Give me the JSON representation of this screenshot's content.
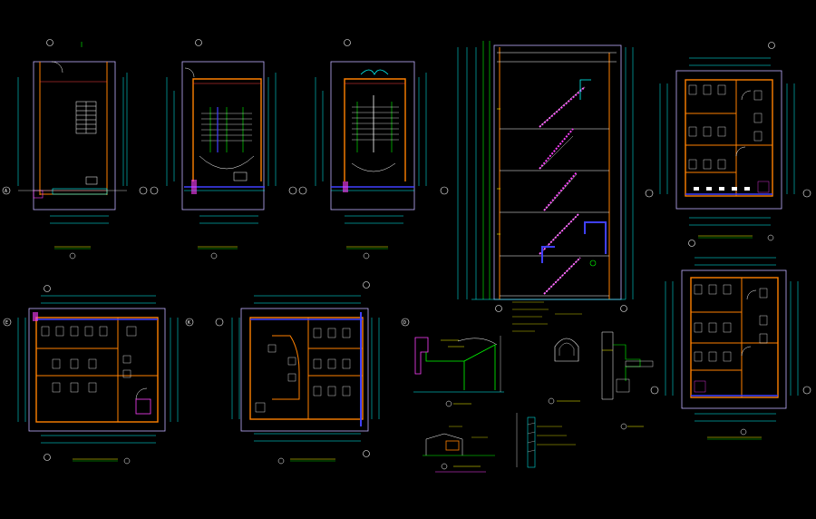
{
  "drawing": {
    "background": "#000000",
    "colors": {
      "wall": "#ff8000",
      "sheet_border": "#c0b0ff",
      "dim": "#00ffff",
      "grid": "#ff4040",
      "green": "#00ff00",
      "yellow": "#ffff00",
      "white": "#ffffff",
      "blue": "#4040ff",
      "magenta": "#ff40ff"
    },
    "panels": [
      {
        "id": "stair-plan-1",
        "icon": "stair-plan-icon"
      },
      {
        "id": "stair-plan-2",
        "icon": "stair-plan-icon"
      },
      {
        "id": "stair-plan-3",
        "icon": "stair-plan-icon"
      },
      {
        "id": "stair-section",
        "icon": "section-icon"
      },
      {
        "id": "toilet-plan-top-right",
        "icon": "toilet-plan-icon"
      },
      {
        "id": "toilet-plan-bottom-left",
        "icon": "toilet-plan-icon"
      },
      {
        "id": "toilet-plan-bottom-mid",
        "icon": "toilet-plan-icon"
      },
      {
        "id": "details-cluster",
        "icon": "detail-icon"
      },
      {
        "id": "toilet-plan-bottom-right",
        "icon": "toilet-plan-icon"
      }
    ],
    "grid_letters": {
      "a": "A",
      "d": "D",
      "e": "E",
      "k": "K"
    }
  }
}
